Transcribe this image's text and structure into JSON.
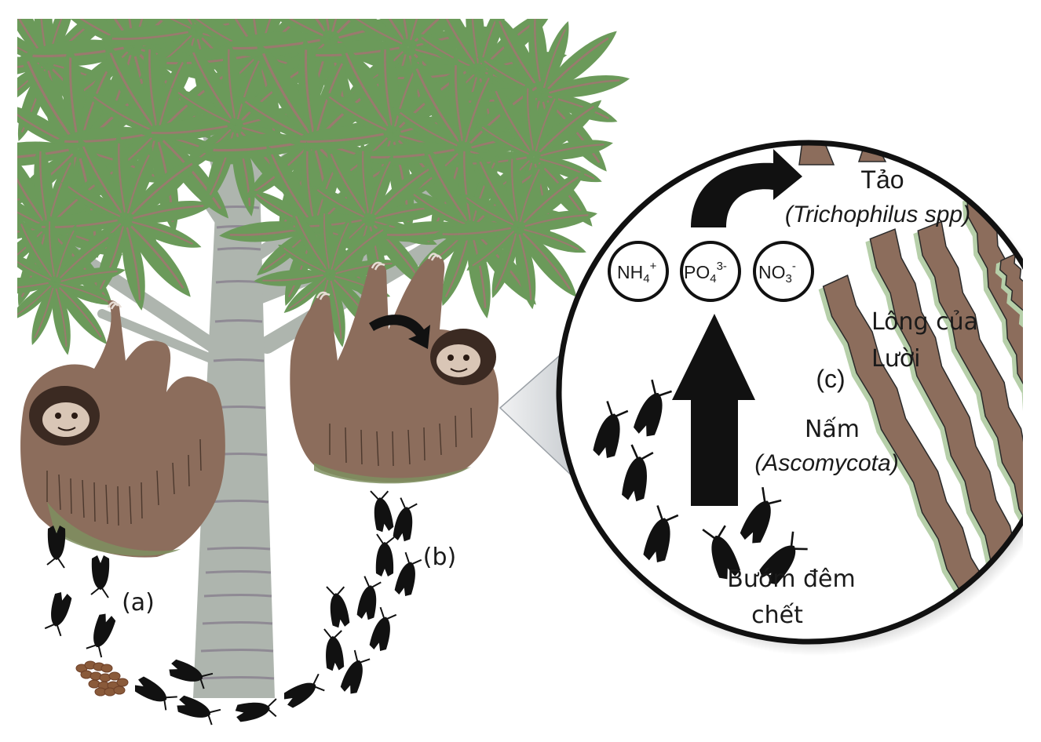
{
  "diagram": {
    "title_hidden": "Sloth, moth, fungi and algae mutualism",
    "colors": {
      "leaf": "#6b9a5a",
      "leaf_vein": "#9a7a6e",
      "branch": "#aeb5ae",
      "trunk_band": "#8f8a94",
      "sloth_fur": "#8c6d5c",
      "sloth_moss": "#7e8f5f",
      "hair": "#8c6d5c",
      "hair_algae": "#b6cfa9",
      "moth": "#111111",
      "dung": "#8a5a3a",
      "circle_stroke": "#111111",
      "zoom_wedge": "#d3d6d9"
    },
    "labels": {
      "a": "(a)",
      "b": "(b)",
      "c": "(c)",
      "algae": "Tảo",
      "algae_species": "(Trichophilus spp)",
      "fungi": "Nấm",
      "fungi_species": "(Ascomycota)",
      "sloth_hair_line1": "Lông của",
      "sloth_hair_line2": "Lười",
      "dead_moth_line1": "Bướm đêm",
      "dead_moth_line2": "chết"
    },
    "nutrients": [
      {
        "base": "NH",
        "sub": "4",
        "sup": "+"
      },
      {
        "base": "PO",
        "sub": "4",
        "sup": "3-"
      },
      {
        "base": "NO",
        "sub": "3",
        "sup": "-"
      }
    ],
    "icons": {
      "moth": "moth-icon",
      "arrow_up": "arrow-up-icon",
      "curved_arrow": "curved-arrow-icon",
      "sloth": "sloth-illustration",
      "tree": "tree-illustration",
      "dung": "dung-pile"
    }
  }
}
